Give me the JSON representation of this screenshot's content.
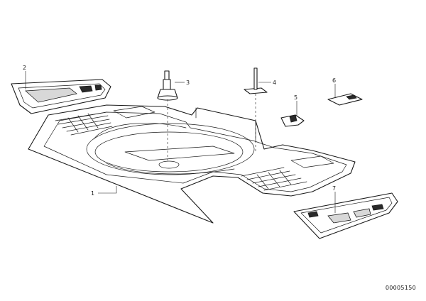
{
  "callouts": {
    "part_1": "1",
    "part_2": "2",
    "part_3": "3",
    "part_4": "4",
    "part_5": "5",
    "part_6": "6",
    "part_7": "7"
  },
  "document_number": "00005150"
}
